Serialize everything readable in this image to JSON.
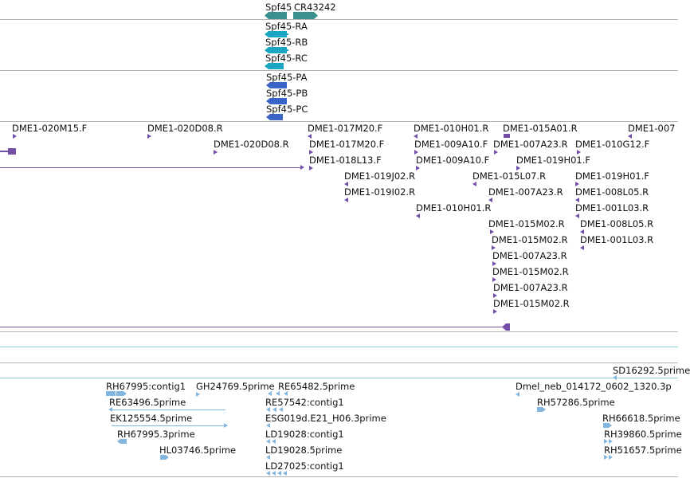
{
  "colors": {
    "gene": "#3b8f8f",
    "transcript": "#1aa6c0",
    "protein": "#3a64c8",
    "alignment": "#7350a6",
    "est": "#82b6e0",
    "separator": "#b4b4b4",
    "teal_separator": "#8fd1d8"
  },
  "tracks": {
    "genes": [
      {
        "name": "Spf45",
        "strand": "-"
      },
      {
        "name": "CR43242",
        "strand": "+"
      }
    ],
    "transcripts": [
      "Spf45-RA",
      "Spf45-RB",
      "Spf45-RC"
    ],
    "proteins": [
      "Spf45-PA",
      "Spf45-PB",
      "Spf45-PC"
    ],
    "alignments": [
      "DME1-020M15.F",
      "DME1-020D08.R",
      "DME1-017M20.F",
      "DME1-010H01.R",
      "DME1-015A01.R",
      "DME1-007",
      "DME1-020D08.R",
      "DME1-017M20.F",
      "DME1-009A10.F",
      "DME1-007A23.R",
      "DME1-010G12.F",
      "DME1-018L13.F",
      "DME1-009A10.F",
      "DME1-019H01.F",
      "DME1-019J02.R",
      "DME1-015L07.R",
      "DME1-019H01.F",
      "DME1-019I02.R",
      "DME1-007A23.R",
      "DME1-008L05.R",
      "DME1-010H01.R",
      "DME1-001L03.R",
      "DME1-015M02.R",
      "DME1-008L05.R",
      "DME1-015M02.R",
      "DME1-001L03.R",
      "DME1-007A23.R",
      "DME1-015M02.R",
      "DME1-007A23.R",
      "DME1-015M02.R"
    ],
    "ests": [
      "SD16292.5prime",
      "RH67995:contig1",
      "GH24769.5prime",
      "RE65482.5prime",
      "Dmel_neb_014172_0602_1320.3p",
      "RE63496.5prime",
      "RE57542:contig1",
      "RH57286.5prime",
      "EK125554.5prime",
      "ESG019d.E21_H06.3prime",
      "RH66618.5prime",
      "RH67995.3prime",
      "LD19028:contig1",
      "RH39860.5prime",
      "HL03746.5prime",
      "LD19028.5prime",
      "RH51657.5prime",
      "LD27025:contig1"
    ]
  }
}
